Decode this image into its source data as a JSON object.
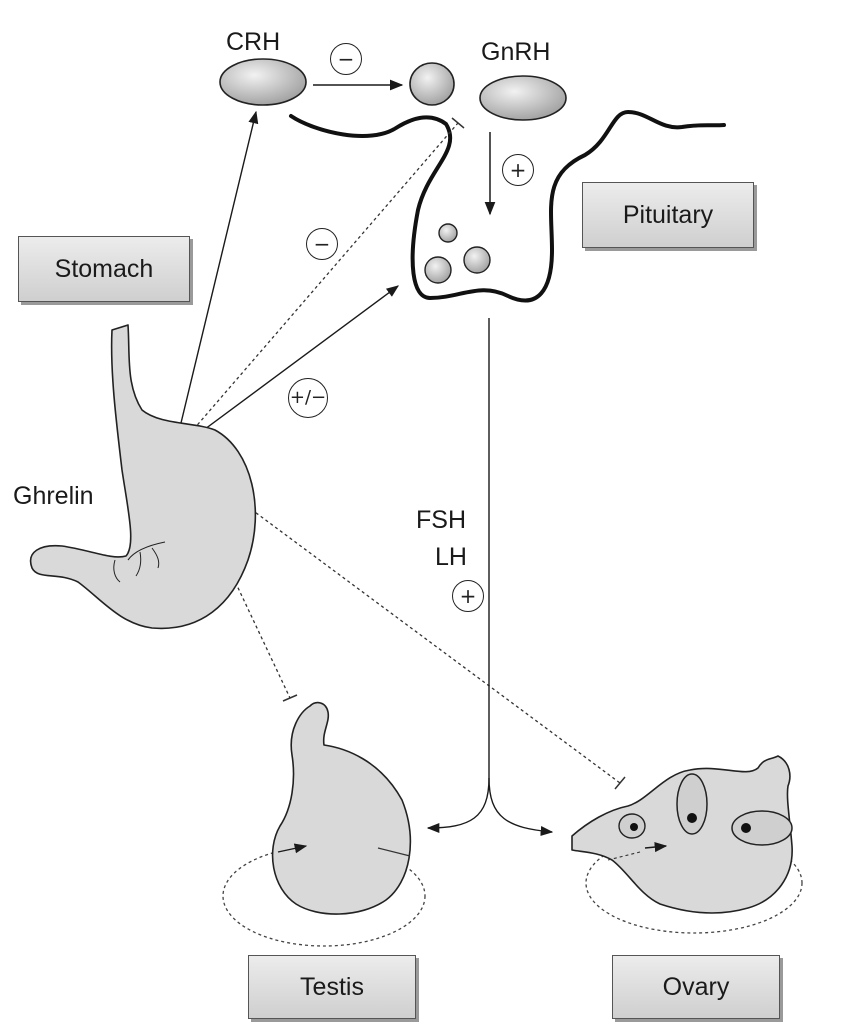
{
  "labels": {
    "crh": "CRH",
    "gnrh": "GnRH",
    "ghrelin": "Ghrelin",
    "fsh": "FSH",
    "lh": "LH"
  },
  "boxes": {
    "stomach": "Stomach",
    "pituitary": "Pituitary",
    "testis": "Testis",
    "ovary": "Ovary"
  },
  "signs": {
    "crh_to_gnrh": "−",
    "gnrh_to_pituitary": "+",
    "ghrelin_to_gnrh": "−",
    "ghrelin_to_pituitary": "+/−",
    "gonadotropins": "+"
  },
  "colors": {
    "organ_fill": "#d9d9d9",
    "box_fill": "#dcdcdc",
    "line": "#1a1a1a"
  }
}
